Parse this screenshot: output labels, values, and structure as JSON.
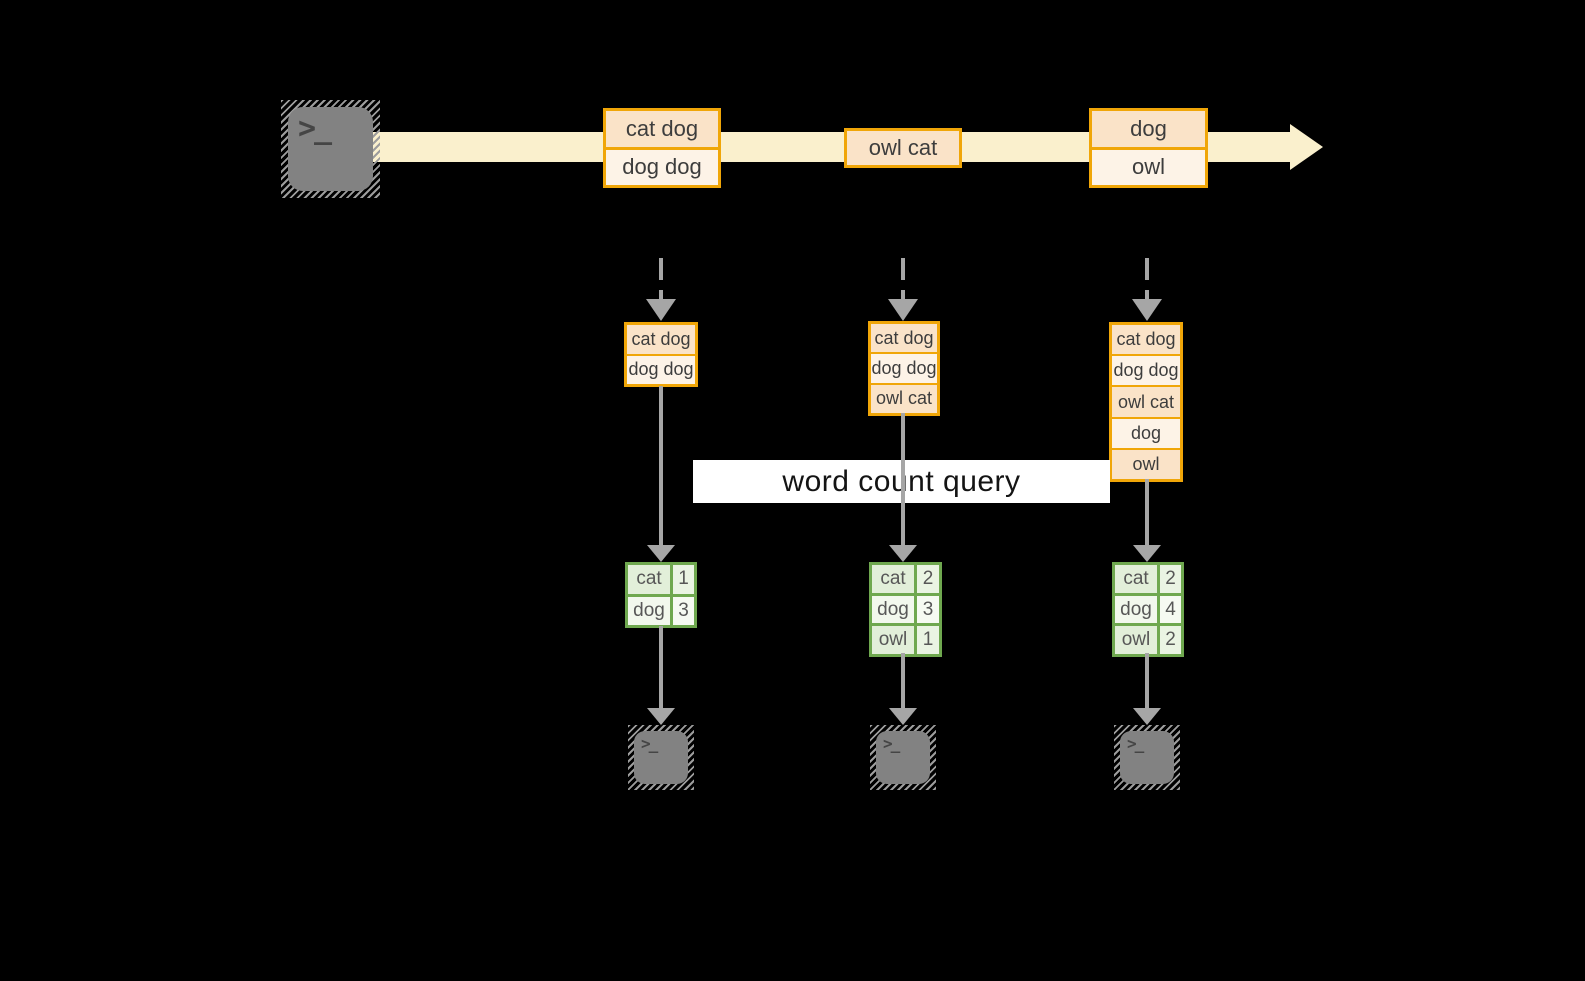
{
  "query": {
    "label": "word count query"
  },
  "stream": {
    "source_glyph": ">_",
    "boxes": [
      {
        "rows": [
          "cat dog",
          "dog dog"
        ]
      },
      {
        "rows": [
          "owl cat"
        ]
      },
      {
        "rows": [
          "dog",
          "owl"
        ]
      }
    ]
  },
  "columns": [
    {
      "buffer": [
        "cat dog",
        "dog dog"
      ],
      "counts": [
        {
          "word": "cat",
          "value": 1
        },
        {
          "word": "dog",
          "value": 3
        }
      ],
      "terminal_glyph": ">_"
    },
    {
      "buffer": [
        "cat dog",
        "dog dog",
        "owl cat"
      ],
      "counts": [
        {
          "word": "cat",
          "value": 2
        },
        {
          "word": "dog",
          "value": 3
        },
        {
          "word": "owl",
          "value": 1
        }
      ],
      "terminal_glyph": ">_"
    },
    {
      "buffer": [
        "cat dog",
        "dog dog",
        "owl cat",
        "dog",
        "owl"
      ],
      "counts": [
        {
          "word": "cat",
          "value": 2
        },
        {
          "word": "dog",
          "value": 4
        },
        {
          "word": "owl",
          "value": 2
        }
      ],
      "terminal_glyph": ">_"
    }
  ],
  "colors": {
    "background": "#000000",
    "stream_band": "#FAF0CD",
    "record_border": "#F0A608",
    "record_fill_dark": "#FAE3C8",
    "record_fill_light": "#FDF3E7",
    "table_border": "#6FA84F",
    "table_fill_dark": "#E2EFD9",
    "table_fill_light": "#F2F8ED",
    "arrow_gray": "#A6A6A6",
    "terminal_gray": "#828282",
    "query_label_bg": "#FFFFFF",
    "query_label_text": "#141414"
  }
}
